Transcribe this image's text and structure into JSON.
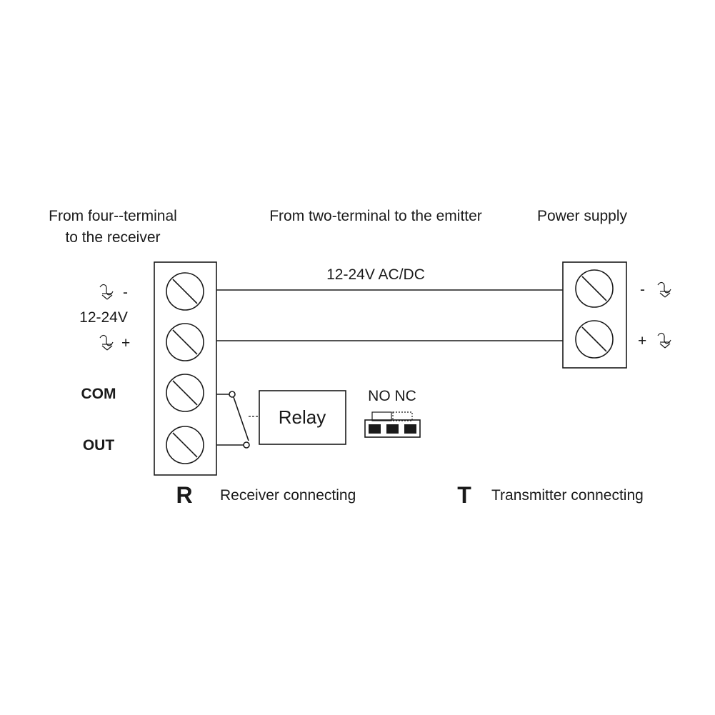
{
  "headers": {
    "receiver_line1": "From four--terminal",
    "receiver_line2": "to the receiver",
    "emitter": "From two-terminal to the emitter",
    "power_supply": "Power supply"
  },
  "wire_label": "12-24V AC/DC",
  "receiver_terminals": {
    "minus_sign": "-",
    "voltage_label": "12-24V",
    "plus_sign": "+",
    "com_label": "COM",
    "out_label": "OUT"
  },
  "power_terminals": {
    "minus_sign": "-",
    "plus_sign": "+"
  },
  "relay": {
    "label": "Relay"
  },
  "jumper": {
    "label": "NO NC"
  },
  "legend": {
    "receiver_letter": "R",
    "receiver_text": "Receiver connecting",
    "transmitter_letter": "T",
    "transmitter_text": "Transmitter connecting"
  },
  "icons": {
    "ac_dc_symbol": "ac-dc-symbol-icon",
    "screw_terminal": "screw-terminal-icon"
  },
  "colors": {
    "ink": "#1a1a1a",
    "background": "#ffffff"
  }
}
